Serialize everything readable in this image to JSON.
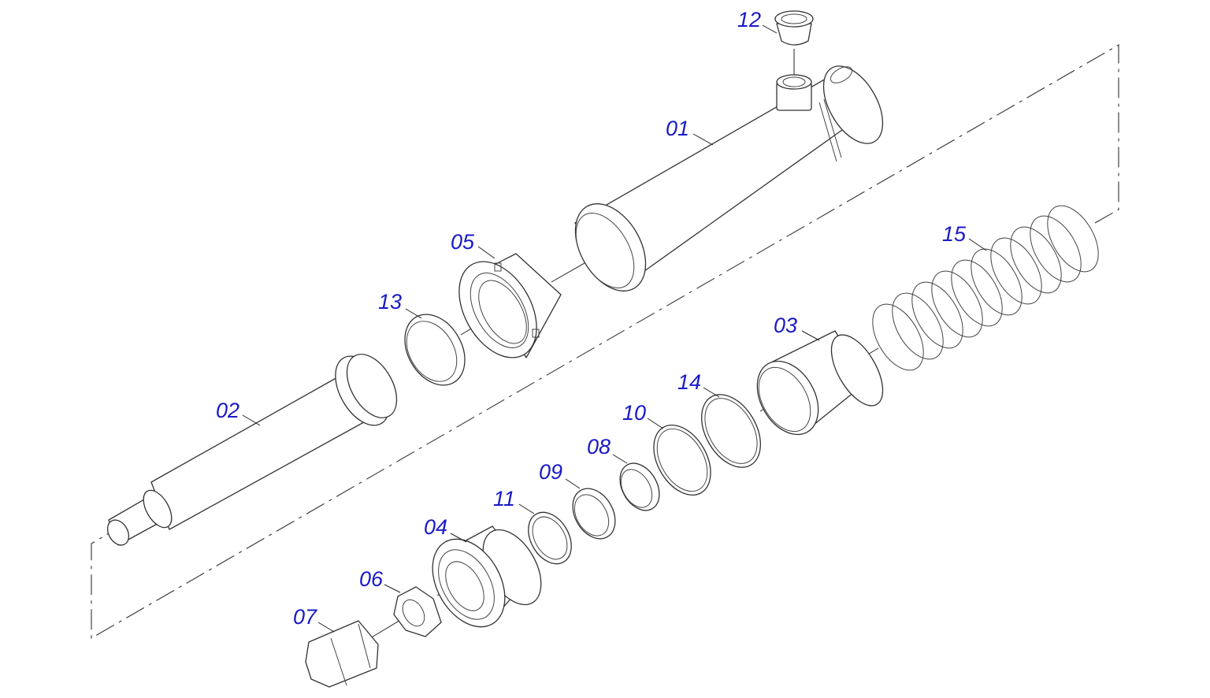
{
  "diagram": {
    "accent_color": "#1a1ac8",
    "callouts": [
      {
        "id": "c12",
        "label": "12"
      },
      {
        "id": "c01",
        "label": "01"
      },
      {
        "id": "c05",
        "label": "05"
      },
      {
        "id": "c13",
        "label": "13"
      },
      {
        "id": "c15",
        "label": "15"
      },
      {
        "id": "c03",
        "label": "03"
      },
      {
        "id": "c14",
        "label": "14"
      },
      {
        "id": "c10",
        "label": "10"
      },
      {
        "id": "c08",
        "label": "08"
      },
      {
        "id": "c09",
        "label": "09"
      },
      {
        "id": "c02",
        "label": "02"
      },
      {
        "id": "c11",
        "label": "11"
      },
      {
        "id": "c04",
        "label": "04"
      },
      {
        "id": "c06",
        "label": "06"
      },
      {
        "id": "c07",
        "label": "07"
      }
    ]
  }
}
